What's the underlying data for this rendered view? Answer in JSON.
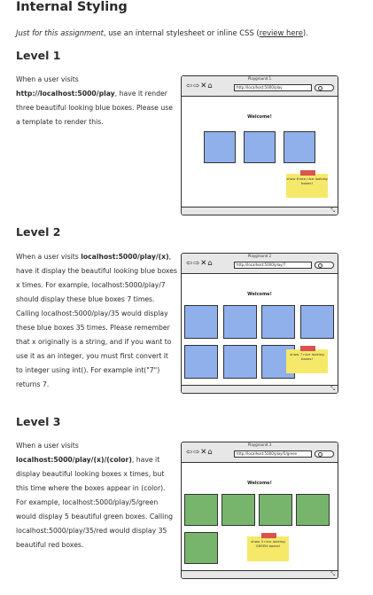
{
  "page_title": "Internal Styling",
  "intro": {
    "italic": "Just for this assignment",
    "text": ", use an internal stylesheet or inline CSS (",
    "link": "review here",
    "end": ")."
  },
  "levels": [
    {
      "heading": "Level 1",
      "p_pre": "When a user visits ",
      "p_bold": "http://localhost:5000/play",
      "p_post": ", have it render three beautiful looking blue boxes. Please use a template to render this.",
      "mock": {
        "window_title": "Playground 1",
        "url": "http://localhost:5000/play",
        "welcome": "Welcome!",
        "note": "show three nice looking boxes!"
      }
    },
    {
      "heading": "Level 2",
      "p_pre": "When a user visits ",
      "p_bold": "localhost:5000/play/(x)",
      "p_post": ", have it display the beautiful looking blue boxes x times. For example, localhost:5000/play/7 should display these blue boxes 7 times. Calling localhost:5000/play/35 would display these blue boxes 35 times. Please remember that x originally is a string, and if you want to use it as an integer, you must first convert it to integer using int(). For example int(\"7\") returns 7.",
      "mock": {
        "window_title": "Playground 2",
        "url": "http://localhost:5000/play/7",
        "welcome": "Welcome!",
        "note": "show 7 nice looking boxes!"
      }
    },
    {
      "heading": "Level 3",
      "p_pre": "When a user visits ",
      "p_bold": "localhost:5000/play/(x)/(color)",
      "p_post": ", have it display beautiful looking boxes x times, but this time where the boxes appear in (color). For example, localhost:5000/play/5/green would display 5 beautiful green boxes. Calling localhost:5000/play/35/red would display 35 beautiful red boxes.",
      "mock": {
        "window_title": "Playground 3",
        "url": "http://localhost:5000/play/5/green",
        "welcome": "Welcome!",
        "note": "show 5 nice looking GREEN boxes!"
      }
    }
  ],
  "icons": {
    "back": "arrow-left-icon",
    "forward": "arrow-right-icon",
    "close": "close-x-icon",
    "home": "home-icon",
    "search": "search-icon",
    "resize": "resize-corner-icon"
  },
  "colors": {
    "blue_box": "#8fb0ea",
    "green_box": "#78b56c",
    "sticky": "#f6e96a",
    "tape": "#d9534f"
  }
}
